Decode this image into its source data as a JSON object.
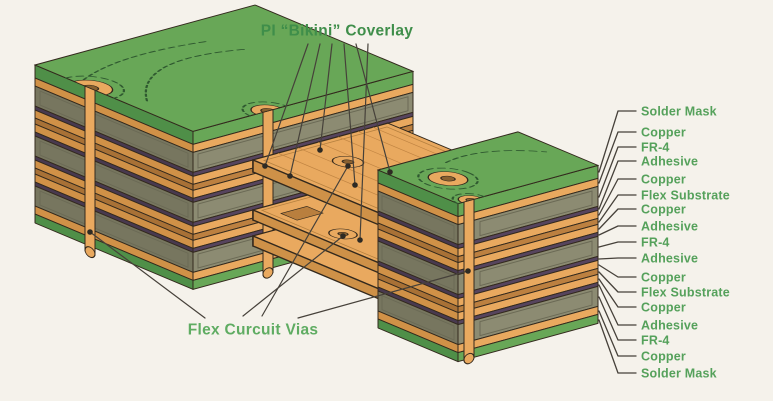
{
  "labels": {
    "coverlay": "PI “Bikini” Coverlay",
    "vias": "Flex Curcuit Vias"
  },
  "layers": [
    {
      "label": "Solder Mask"
    },
    {
      "label": "Copper"
    },
    {
      "label": "FR-4"
    },
    {
      "label": "Adhesive"
    },
    {
      "label": "Copper"
    },
    {
      "label": "Flex Substrate"
    },
    {
      "label": "Copper"
    },
    {
      "label": "Adhesive"
    },
    {
      "label": "FR-4"
    },
    {
      "label": "Adhesive"
    },
    {
      "label": "Copper"
    },
    {
      "label": "Flex Substrate"
    },
    {
      "label": "Copper"
    },
    {
      "label": "Adhesive"
    },
    {
      "label": "FR-4"
    },
    {
      "label": "Copper"
    },
    {
      "label": "Solder Mask"
    }
  ],
  "palette": {
    "background": "#F5F2EB",
    "solder_mask": "#68A757",
    "solder_mask_side": "#4F8F48",
    "copper": "#E9A95F",
    "copper_side": "#D09147",
    "fr4": "#8C8B72",
    "fr4_side": "#77765F",
    "adhesive": "#56445E",
    "adhesive_side": "#48394F",
    "flex_substrate": "#BC8040",
    "flex_substrate_side": "#A87136",
    "flex_front": "#CE9148",
    "flex_end": "#B97F3E",
    "via_hole": "#8A6130",
    "label_green": "#55A15B",
    "title_green": "#3F8E4A",
    "vias_green": "#5FAC62",
    "leader": "#46413A",
    "dot": "#2E2A23"
  }
}
